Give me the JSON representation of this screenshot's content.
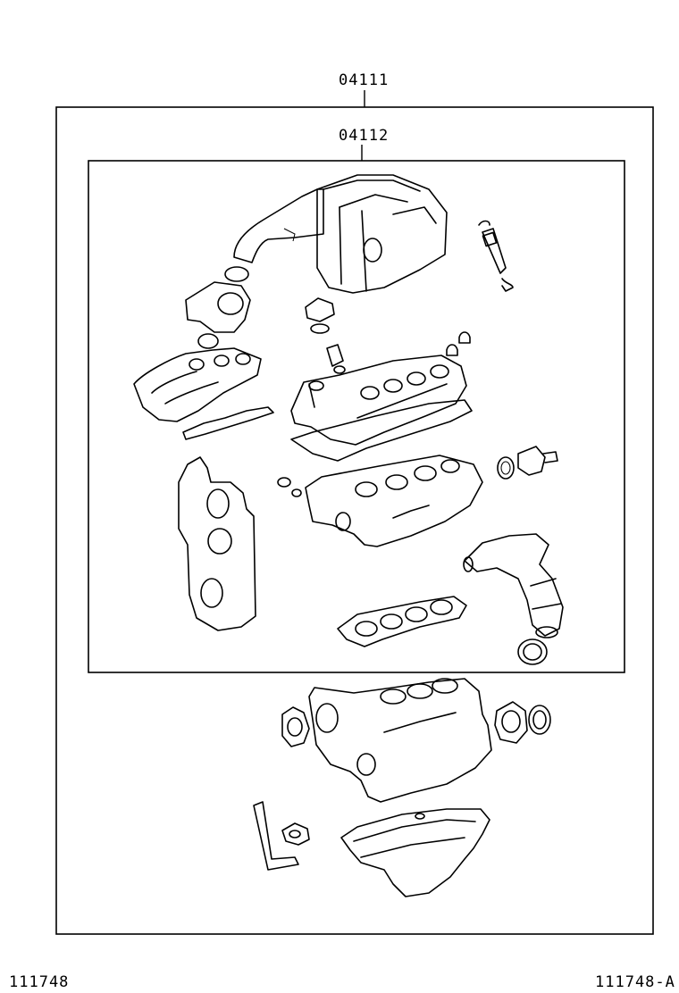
{
  "labels": {
    "outer_kit": "04111",
    "inner_kit": "04112",
    "ref_left": "111748",
    "ref_right": "111748-A"
  }
}
